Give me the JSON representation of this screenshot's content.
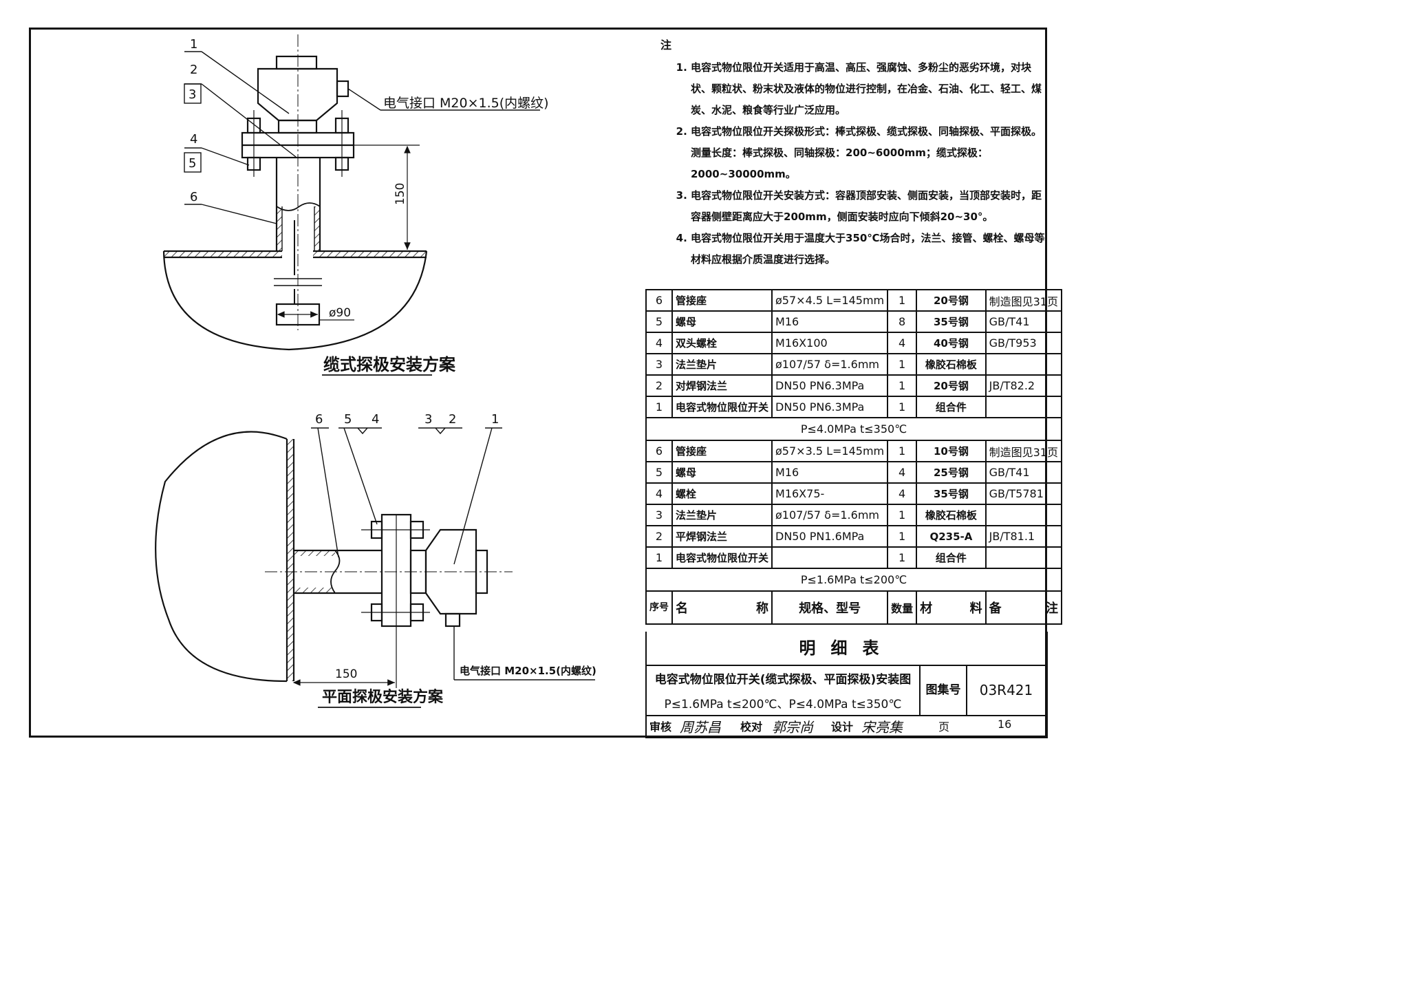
{
  "notes": {
    "heading": "注",
    "items": [
      "电容式物位限位开关适用于高温、高压、强腐蚀、多粉尘的恶劣环境，对块状、颗粒状、粉末状及液体的物位进行控制，在冶金、石油、化工、轻工、煤炭、水泥、粮食等行业广泛应用。",
      "电容式物位限位开关探极形式：棒式探极、缆式探极、同轴探极、平面探极。测量长度：棒式探极、同轴探极：200~6000mm；缆式探极：2000~30000mm。",
      "电容式物位限位开关安装方式：容器顶部安装、侧面安装，当顶部安装时，距容器侧壁距离应大于200mm，侧面安装时应向下倾斜20~30°。",
      "电容式物位限位开关用于温度大于350℃场合时，法兰、接管、螺栓、螺母等材料应根据介质温度进行选择。"
    ]
  },
  "top_view": {
    "caption": "缆式探极安装方案",
    "callouts": [
      "1",
      "2",
      "3",
      "4",
      "5",
      "6"
    ],
    "electrical_port": "电气接口 M20×1.5(内螺纹)",
    "dim_height": "150",
    "dim_diameter": "ø90"
  },
  "side_view": {
    "caption": "平面探极安装方案",
    "callouts": [
      "6",
      "5",
      "4",
      "3",
      "2",
      "1"
    ],
    "electrical_port": "电气接口 M20×1.5(内螺纹)",
    "dim_length": "150"
  },
  "bom": {
    "group_a": [
      {
        "no": "6",
        "name": "管接座",
        "spec": "ø57×4.5 L=145mm",
        "qty": "1",
        "material": "20号钢",
        "remark": "制造图见31页"
      },
      {
        "no": "5",
        "name": "螺母",
        "spec": "M16",
        "qty": "8",
        "material": "35号钢",
        "remark": "GB/T41"
      },
      {
        "no": "4",
        "name": "双头螺栓",
        "spec": "M16X100",
        "qty": "4",
        "material": "40号钢",
        "remark": "GB/T953"
      },
      {
        "no": "3",
        "name": "法兰垫片",
        "spec": "ø107/57 δ=1.6mm",
        "qty": "1",
        "material": "橡胶石棉板",
        "remark": ""
      },
      {
        "no": "2",
        "name": "对焊钢法兰",
        "spec": "DN50 PN6.3MPa",
        "qty": "1",
        "material": "20号钢",
        "remark": "JB/T82.2"
      },
      {
        "no": "1",
        "name": "电容式物位限位开关",
        "spec": "DN50 PN6.3MPa",
        "qty": "1",
        "material": "组合件",
        "remark": ""
      }
    ],
    "group_a_cond": "P≤4.0MPa t≤350℃",
    "group_b": [
      {
        "no": "6",
        "name": "管接座",
        "spec": "ø57×3.5 L=145mm",
        "qty": "1",
        "material": "10号钢",
        "remark": "制造图见31页"
      },
      {
        "no": "5",
        "name": "螺母",
        "spec": "M16",
        "qty": "4",
        "material": "25号钢",
        "remark": "GB/T41"
      },
      {
        "no": "4",
        "name": "螺栓",
        "spec": "M16X75-",
        "qty": "4",
        "material": "35号钢",
        "remark": "GB/T5781"
      },
      {
        "no": "3",
        "name": "法兰垫片",
        "spec": "ø107/57 δ=1.6mm",
        "qty": "1",
        "material": "橡胶石棉板",
        "remark": ""
      },
      {
        "no": "2",
        "name": "平焊钢法兰",
        "spec": "DN50 PN1.6MPa",
        "qty": "1",
        "material": "Q235-A",
        "remark": "JB/T81.1"
      },
      {
        "no": "1",
        "name": "电容式物位限位开关",
        "spec": "",
        "qty": "1",
        "material": "组合件",
        "remark": ""
      }
    ],
    "group_b_cond": "P≤1.6MPa t≤200℃",
    "header": {
      "no": "序号",
      "name_a": "名",
      "name_b": "称",
      "spec": "规格、型号",
      "qty": "数量",
      "mat_a": "材",
      "mat_b": "料",
      "rem_a": "备",
      "rem_b": "注"
    },
    "caption": "明细表"
  },
  "title_block": {
    "title": "电容式物位限位开关(缆式探极、平面探极)安装图",
    "subtitle": "P≤1.6MPa t≤200℃、P≤4.0MPa t≤350℃",
    "atlas_label": "图集号",
    "atlas_no": "03R421",
    "review_label": "审核",
    "review_sig": "周苏昌",
    "check_label": "校对",
    "check_sig": "郭宗尚",
    "design_label": "设计",
    "design_sig": "宋亮集",
    "page_label": "页",
    "page_no": "16"
  },
  "colors": {
    "ink": "#111111",
    "paper": "#ffffff"
  }
}
